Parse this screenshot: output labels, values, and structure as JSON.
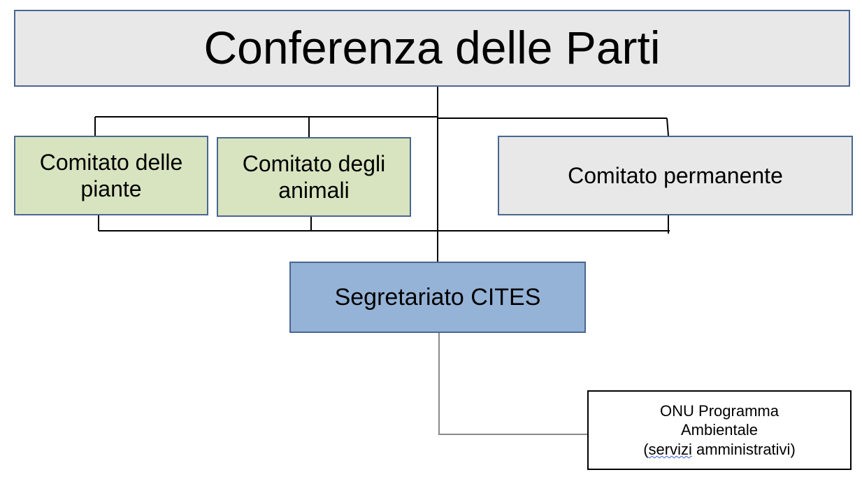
{
  "diagram": {
    "title_box": "Conferenza delle Parti",
    "committees": [
      {
        "line1": "Comitato delle",
        "line2": "piante"
      },
      {
        "line1": "Comitato degli",
        "line2": "animali"
      },
      {
        "line1": "Comitato permanente"
      }
    ],
    "secretariat": "Segretariato CITES",
    "unep": {
      "line1": "ONU Programma",
      "line2": "Ambientale",
      "line3_open": "(",
      "line3_word": "servizi",
      "line3_rest": " amministrativi)"
    }
  }
}
